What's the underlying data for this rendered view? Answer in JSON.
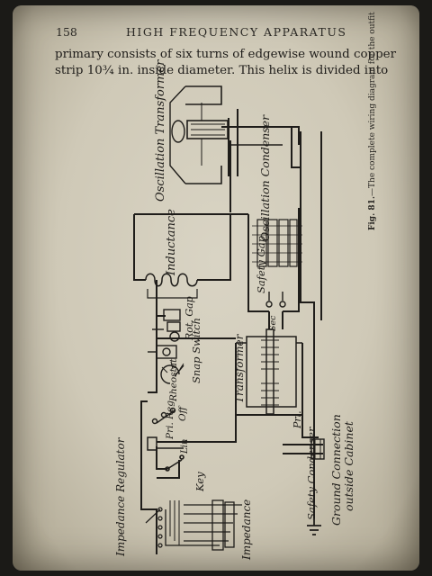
{
  "header": {
    "page_number": "158",
    "running_title": "HIGH FREQUENCY APPARATUS"
  },
  "body_lines": [
    "primary consists of six turns of edgewise wound copper",
    "strip 10¾ in. inside diameter.  This helix is divided into"
  ],
  "caption": {
    "label": "Fig. 81.",
    "text": "—The complete wiring diagram for the outfit"
  },
  "diagram_labels": {
    "oscillation_transformer": "Oscillation Transformer",
    "inductance": "Inductance",
    "oscillation_condenser": "Oscillation Condenser",
    "safety_gap": "Safety Gap",
    "rot_gap": "Rot. Gap",
    "snap_switch": "Snap Switch",
    "rheostat": "Rheostat",
    "transformer": "Transformer",
    "sec": "Sec",
    "pri": "Pri.",
    "pri_reg": "Pri. Reg.",
    "off": "Off",
    "lin": "Lin",
    "key": "Key",
    "safety_condenser": "Safety Condenser",
    "ground_connection": "Ground Connection",
    "outside_cabinet": "outside Cabinet",
    "impedance_regulator": "Impedance Regulator",
    "impedance": "Impedance"
  },
  "colors": {
    "paper": "#d6d1c0",
    "ink": "#1f1d1a"
  }
}
